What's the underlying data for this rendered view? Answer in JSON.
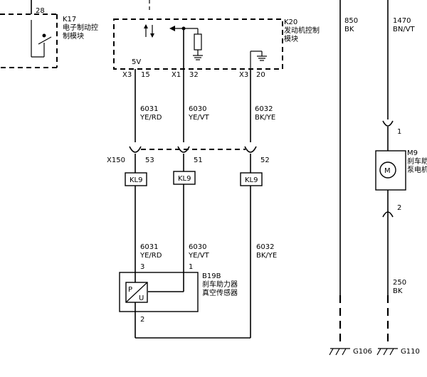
{
  "modules": {
    "k17": {
      "id": "K17",
      "name_line1": "电子制动控",
      "name_line2": "制模块",
      "pin": "28"
    },
    "k20": {
      "id": "K20",
      "name_line1": "发动机控制",
      "name_line2": "模块"
    },
    "b19b": {
      "id": "B19B",
      "name_line1": "刹车助力器",
      "name_line2": "真空传感器",
      "pin_left": "3",
      "pin_right": "1",
      "pin_bottom": "2",
      "symbol_p": "P",
      "symbol_u": "U"
    },
    "m9": {
      "id": "M9",
      "name_line1": "刹车助",
      "name_line2": "泵电机",
      "pin_top": "1",
      "pin_bottom": "2",
      "symbol": "M"
    }
  },
  "k20_pins": {
    "v5": "5V",
    "conn_a": "X3",
    "pin_a": "15",
    "conn_b": "X1",
    "pin_b": "32",
    "conn_c": "X3",
    "pin_c": "20"
  },
  "wires": {
    "w1_num": "6031",
    "w1_color": "YE/RD",
    "w2_num": "6030",
    "w2_color": "YE/VT",
    "w3_num": "6032",
    "w3_color": "BK/YE",
    "w4_num": "850",
    "w4_color": "BK",
    "w5_num": "1470",
    "w5_color": "BN/VT",
    "w6_num": "250",
    "w6_color": "BK"
  },
  "connector": {
    "id": "X150",
    "pin_a": "53",
    "pin_b": "51",
    "pin_c": "52"
  },
  "splices": {
    "label": "KL9"
  },
  "grounds": {
    "g106": "G106",
    "g110": "G110"
  }
}
